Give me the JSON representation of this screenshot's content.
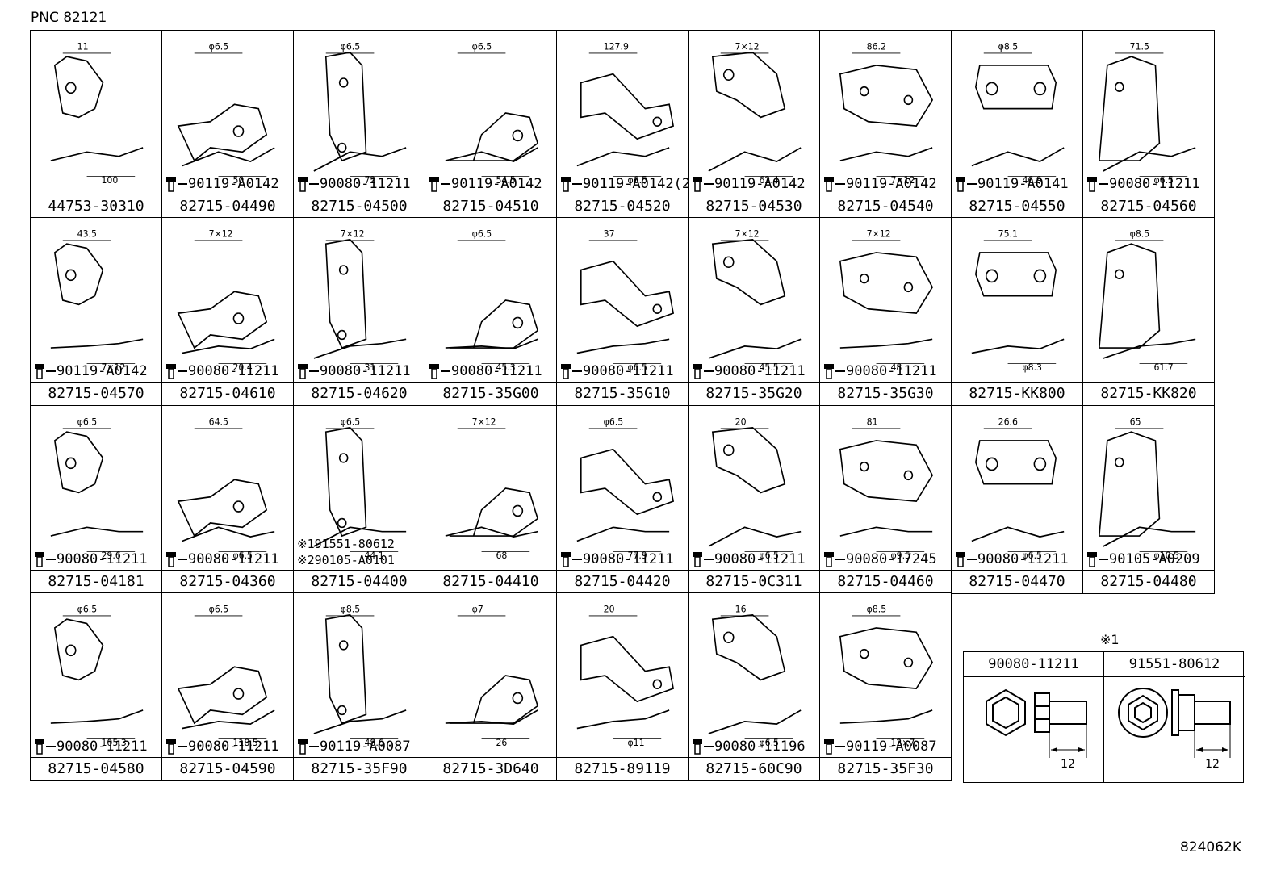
{
  "pnc": "PNC 82121",
  "footer_code": "824062K",
  "key": {
    "title": "※1",
    "items": [
      {
        "part": "90080-11211",
        "dim": "12"
      },
      {
        "part": "91551-80612",
        "dim": "12"
      }
    ]
  },
  "rows": [
    [
      {
        "part": "44753-30310",
        "bolt": "",
        "dims": [
          "11",
          "100"
        ]
      },
      {
        "part": "82715-04490",
        "bolt": "90119-A0142",
        "dims": [
          "φ6.5",
          "50"
        ]
      },
      {
        "part": "82715-04500",
        "bolt": "90080-11211",
        "dims": [
          "φ6.5",
          "72"
        ]
      },
      {
        "part": "82715-04510",
        "bolt": "90119-A0142",
        "dims": [
          "φ6.5",
          "54.5"
        ]
      },
      {
        "part": "82715-04520",
        "bolt": "90119-A0142(2)",
        "dims": [
          "127.9",
          "φ6.5"
        ]
      },
      {
        "part": "82715-04530",
        "bolt": "90119-A0142",
        "dims": [
          "7×12",
          "62.4"
        ]
      },
      {
        "part": "82715-04540",
        "bolt": "90119-A0142",
        "dims": [
          "86.2",
          "7×12"
        ]
      },
      {
        "part": "82715-04550",
        "bolt": "90119-A0141",
        "dims": [
          "φ8.5",
          "46.9"
        ]
      },
      {
        "part": "82715-04560",
        "bolt": "90080-11211",
        "dims": [
          "71.5",
          "φ6.5"
        ]
      }
    ],
    [
      {
        "part": "82715-04570",
        "bolt": "90119-A0142",
        "dims": [
          "43.5",
          "7×12"
        ]
      },
      {
        "part": "82715-04610",
        "bolt": "90080-11211",
        "dims": [
          "7×12",
          "20.4"
        ]
      },
      {
        "part": "82715-04620",
        "bolt": "90080-11211",
        "dims": [
          "7×12",
          "31"
        ]
      },
      {
        "part": "82715-35G00",
        "bolt": "90080-11211",
        "dims": [
          "φ6.5",
          "45.3"
        ]
      },
      {
        "part": "82715-35G10",
        "bolt": "90080-11211",
        "dims": [
          "37",
          "φ6.5"
        ]
      },
      {
        "part": "82715-35G20",
        "bolt": "90080-11211",
        "dims": [
          "7×12",
          "45.5"
        ]
      },
      {
        "part": "82715-35G30",
        "bolt": "90080-11211",
        "dims": [
          "7×12",
          "48"
        ]
      },
      {
        "part": "82715-KK800",
        "bolt": "",
        "dims": [
          "75.1",
          "φ8.3"
        ]
      },
      {
        "part": "82715-KK820",
        "bolt": "",
        "dims": [
          "φ8.5",
          "61.7"
        ]
      }
    ],
    [
      {
        "part": "82715-04181",
        "bolt": "90080-11211",
        "dims": [
          "φ6.5",
          "29.6"
        ]
      },
      {
        "part": "82715-04360",
        "bolt": "90080-11211",
        "dims": [
          "64.5",
          "φ6.5"
        ]
      },
      {
        "part": "82715-04400",
        "bolt": "",
        "notes": [
          "※191551-80612",
          "※290105-A0101"
        ],
        "dims": [
          "φ6.5",
          "44.1"
        ]
      },
      {
        "part": "82715-04410",
        "bolt": "",
        "dims": [
          "7×12",
          "68"
        ]
      },
      {
        "part": "82715-04420",
        "bolt": "90080-11211",
        "dims": [
          "φ6.5",
          "77.9"
        ]
      },
      {
        "part": "82715-0C311",
        "bolt": "90080-11211",
        "dims": [
          "20",
          "φ6.5"
        ]
      },
      {
        "part": "82715-04460",
        "bolt": "90080-17245",
        "dims": [
          "81",
          "φ9.5"
        ]
      },
      {
        "part": "82715-04470",
        "bolt": "90080-11211",
        "dims": [
          "26.6",
          "φ6.5"
        ]
      },
      {
        "part": "82715-04480",
        "bolt": "90105-A0209",
        "dims": [
          "65",
          "φ10.5"
        ]
      }
    ],
    [
      {
        "part": "82715-04580",
        "bolt": "90080-11211",
        "dims": [
          "φ6.5",
          "105.3"
        ]
      },
      {
        "part": "82715-04590",
        "bolt": "90080-11211",
        "dims": [
          "φ6.5",
          "118.5"
        ]
      },
      {
        "part": "82715-35F90",
        "bolt": "90119-A0087",
        "dims": [
          "φ8.5",
          "48.6"
        ]
      },
      {
        "part": "82715-3D640",
        "bolt": "",
        "dims": [
          "φ7",
          "26"
        ]
      },
      {
        "part": "82715-89119",
        "bolt": "",
        "dims": [
          "20",
          "φ11"
        ]
      },
      {
        "part": "82715-60C90",
        "bolt": "90080-11196",
        "dims": [
          "16",
          "φ6.5"
        ]
      },
      {
        "part": "82715-35F30",
        "bolt": "90119-A0087",
        "dims": [
          "φ8.5",
          "12×7"
        ]
      }
    ]
  ]
}
